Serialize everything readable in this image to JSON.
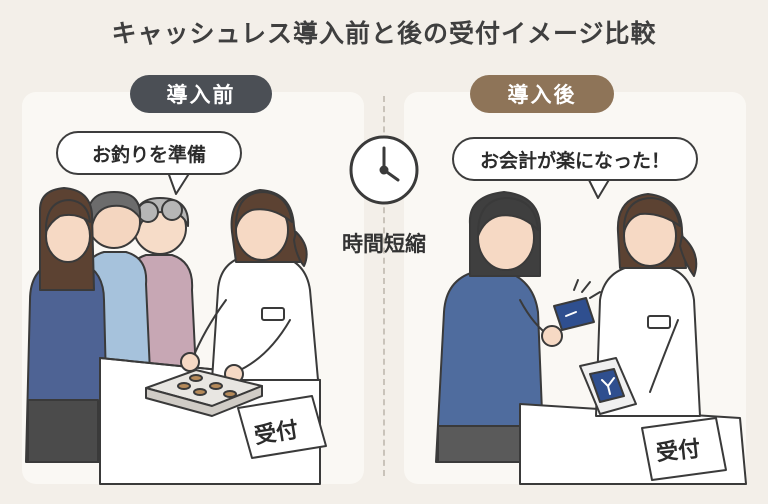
{
  "title": "キャッシュレス導入前と後の受付イメージ比較",
  "before": {
    "label": "導入前",
    "speech": "お釣りを準備",
    "counter_sign": "受付"
  },
  "after": {
    "label": "導入後",
    "speech": "お会計が楽になった！",
    "counter_sign": "受付"
  },
  "center": {
    "caption": "時間短縮",
    "icon": "clock-icon"
  },
  "colors": {
    "background": "#f3efe9",
    "before_pill": "#4b4f55",
    "after_pill": "#8e7458",
    "uniform": "#ffffff",
    "card": "#2f4f8f"
  }
}
